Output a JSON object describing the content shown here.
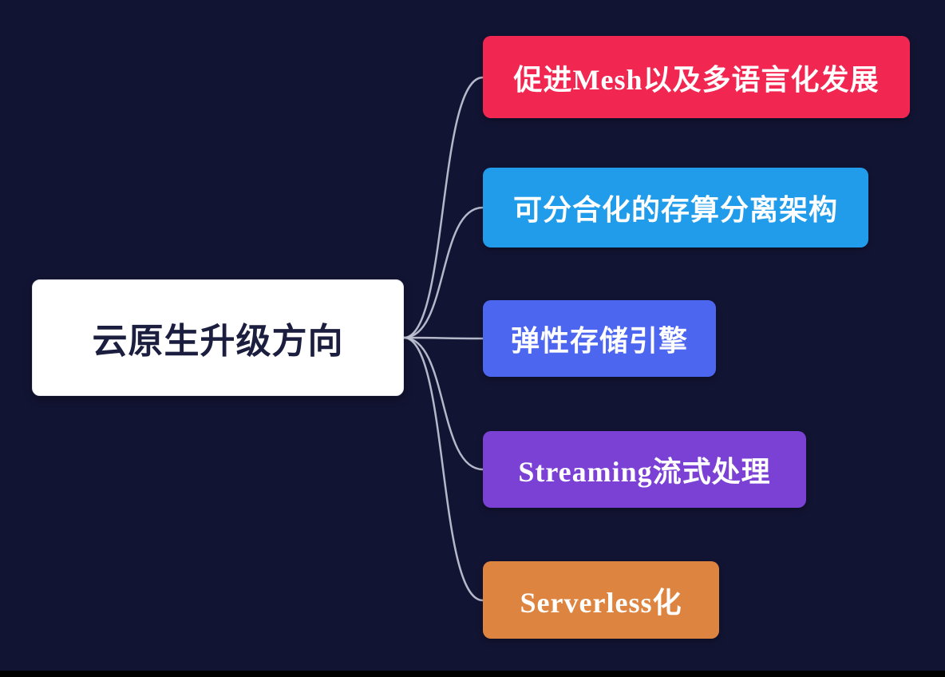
{
  "canvas": {
    "background": "#121433",
    "edge_color": "#c7cad9",
    "bottom_bar_color": "#000000"
  },
  "root": {
    "label": "云原生升级方向",
    "bg": "#ffffff",
    "text_color": "#1b1e3e"
  },
  "branches": [
    {
      "label": "促进Mesh以及多语言化发展",
      "bg": "#f22751",
      "text_color": "#ffffff"
    },
    {
      "label": "可分合化的存算分离架构",
      "bg": "#219ceb",
      "text_color": "#ffffff"
    },
    {
      "label": "弹性存储引擎",
      "bg": "#4d66f0",
      "text_color": "#ffffff"
    },
    {
      "label": "Streaming流式处理",
      "bg": "#7b40d4",
      "text_color": "#ffffff"
    },
    {
      "label": "Serverless化",
      "bg": "#dd8540",
      "text_color": "#ffffff"
    }
  ]
}
